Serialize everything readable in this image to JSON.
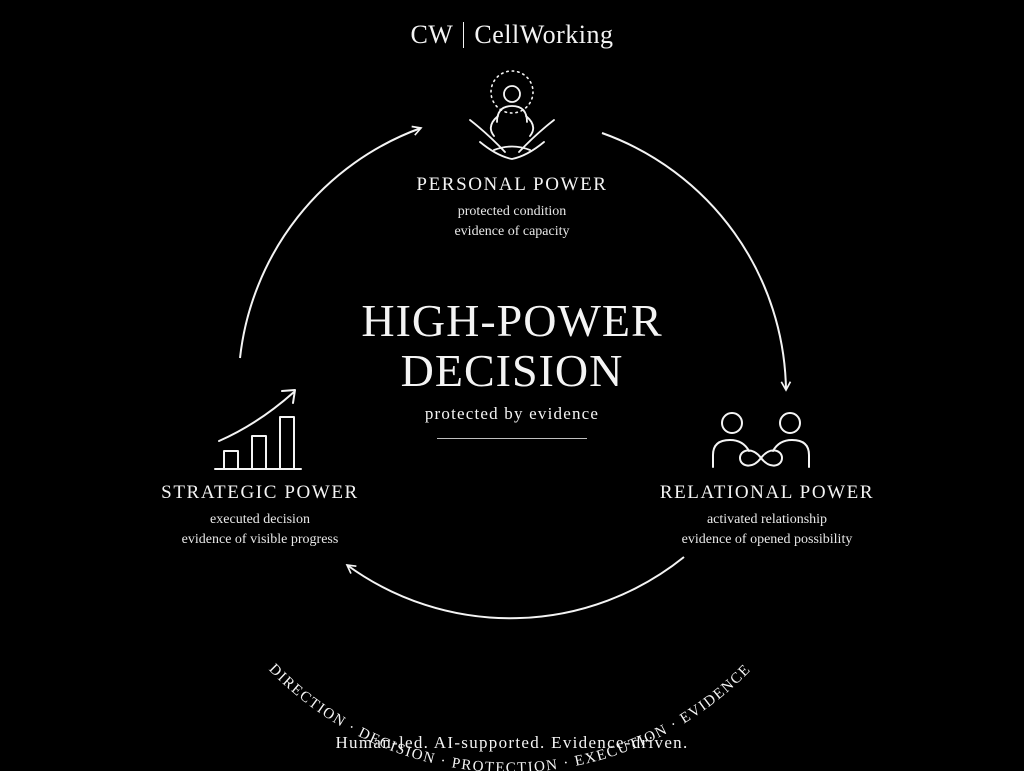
{
  "brand": {
    "initials": "CW",
    "name": "CellWorking"
  },
  "center": {
    "title_line1": "HIGH-POWER",
    "title_line2": "DECISION",
    "subtitle": "protected by evidence"
  },
  "nodes": {
    "personal": {
      "title": "PERSONAL POWER",
      "line1": "protected condition",
      "line2": "evidence of capacity",
      "icon": "meditation-person-icon"
    },
    "relational": {
      "title": "RELATIONAL POWER",
      "line1": "activated relationship",
      "line2": "evidence of opened possibility",
      "icon": "two-people-infinity-icon"
    },
    "strategic": {
      "title": "STRATEGIC POWER",
      "line1": "executed decision",
      "line2": "evidence of visible progress",
      "icon": "growth-chart-icon"
    }
  },
  "arc_words": [
    "DIRECTION",
    "DECISION",
    "PROTECTION",
    "EXECUTION",
    "EVIDENCE"
  ],
  "arc_separator": "·",
  "footer": "Human-led. AI-supported. Evidence-driven.",
  "colors": {
    "background": "#000000",
    "foreground": "#f4f4f4"
  }
}
